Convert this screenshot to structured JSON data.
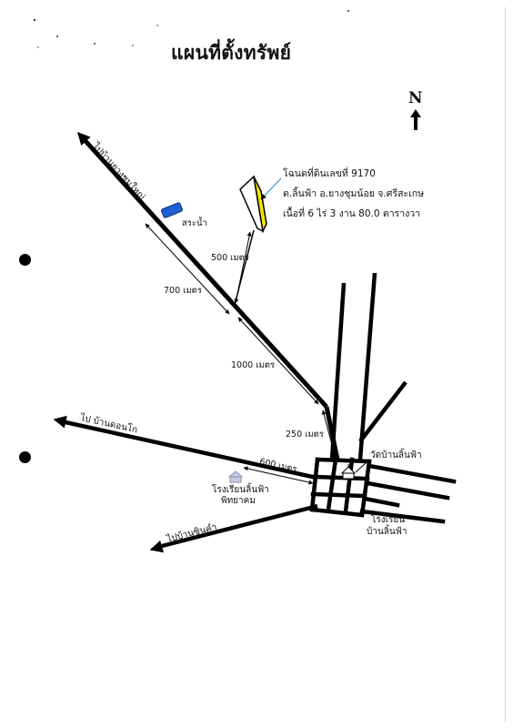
{
  "title": "แผนที่ตั้งทรัพย์",
  "north": "N",
  "deed": {
    "line1": "โฉนดที่ดินเลขที่ 9170",
    "line2": "ต.ลิ้นฟ้า อ.ยางชุมน้อย จ.ศรีสะเกษ",
    "line3": "เนื้อที่ 6 ไร่ 3 งาน 80.0 ตารางวา"
  },
  "roads": {
    "to_yang_chum_yai": "ไปบ้านยางชุมใหญ่",
    "to_ban_don_ko": "ไป บ้านดอนโก",
    "to_ban_sin_kham": "ไปบ้านซินคำ"
  },
  "places": {
    "pond": "สระน้ำ",
    "school_left_line1": "โรงเรียนลิ้นฟ้า",
    "school_left_line2": "พิทยาคม",
    "temple": "วัดบ้านลิ้นฟ้า",
    "school_right_line1": "โรงเรียน",
    "school_right_line2": "บ้านลิ้นฟ้า"
  },
  "distances": {
    "d500": "500 เมตร",
    "d700": "700 เมตร",
    "d1000": "1000 เมตร",
    "d250": "250 เมตร",
    "d600": "600 เมตร"
  },
  "colors": {
    "parcel_fill": "#f5e600",
    "pond_fill": "#1f5fd6",
    "school_icon": "#8a8fb0"
  }
}
